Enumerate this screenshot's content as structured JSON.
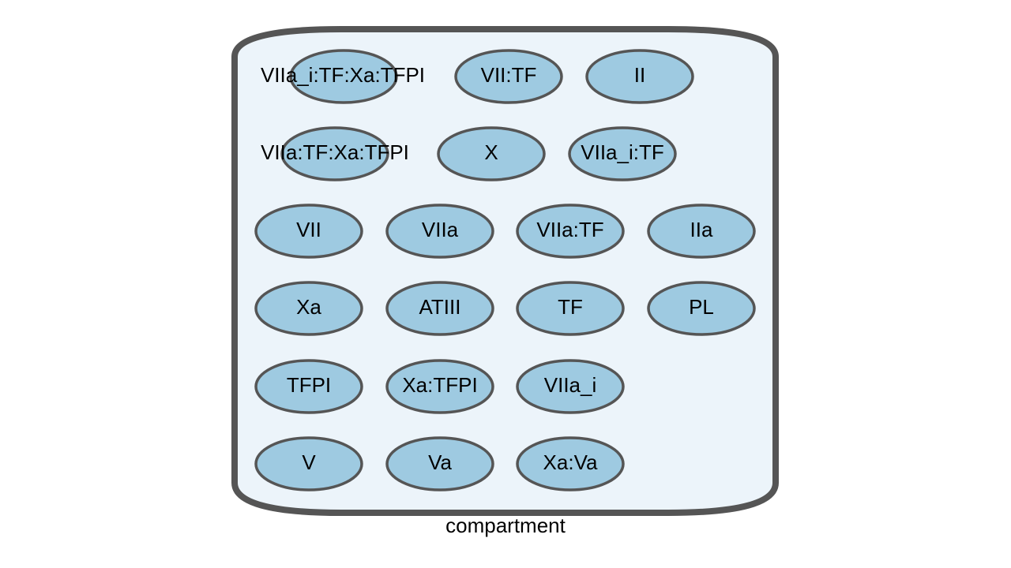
{
  "diagram": {
    "compartment": {
      "label": "compartment",
      "fill": "#ecf4fa",
      "stroke": "#555555"
    },
    "node_style": {
      "fill": "#9ecae1",
      "stroke": "#555555"
    },
    "nodes": [
      {
        "label": "VIIa_i:TF:Xa:TFPI"
      },
      {
        "label": "VII:TF"
      },
      {
        "label": "II"
      },
      {
        "label": "VIIa:TF:Xa:TFPI"
      },
      {
        "label": "X"
      },
      {
        "label": "VIIa_i:TF"
      },
      {
        "label": "VII"
      },
      {
        "label": "VIIa"
      },
      {
        "label": "VIIa:TF"
      },
      {
        "label": "IIa"
      },
      {
        "label": "Xa"
      },
      {
        "label": "ATIII"
      },
      {
        "label": "TF"
      },
      {
        "label": "PL"
      },
      {
        "label": "TFPI"
      },
      {
        "label": "Xa:TFPI"
      },
      {
        "label": "VIIa_i"
      },
      {
        "label": "V"
      },
      {
        "label": "Va"
      },
      {
        "label": "Xa:Va"
      }
    ]
  }
}
